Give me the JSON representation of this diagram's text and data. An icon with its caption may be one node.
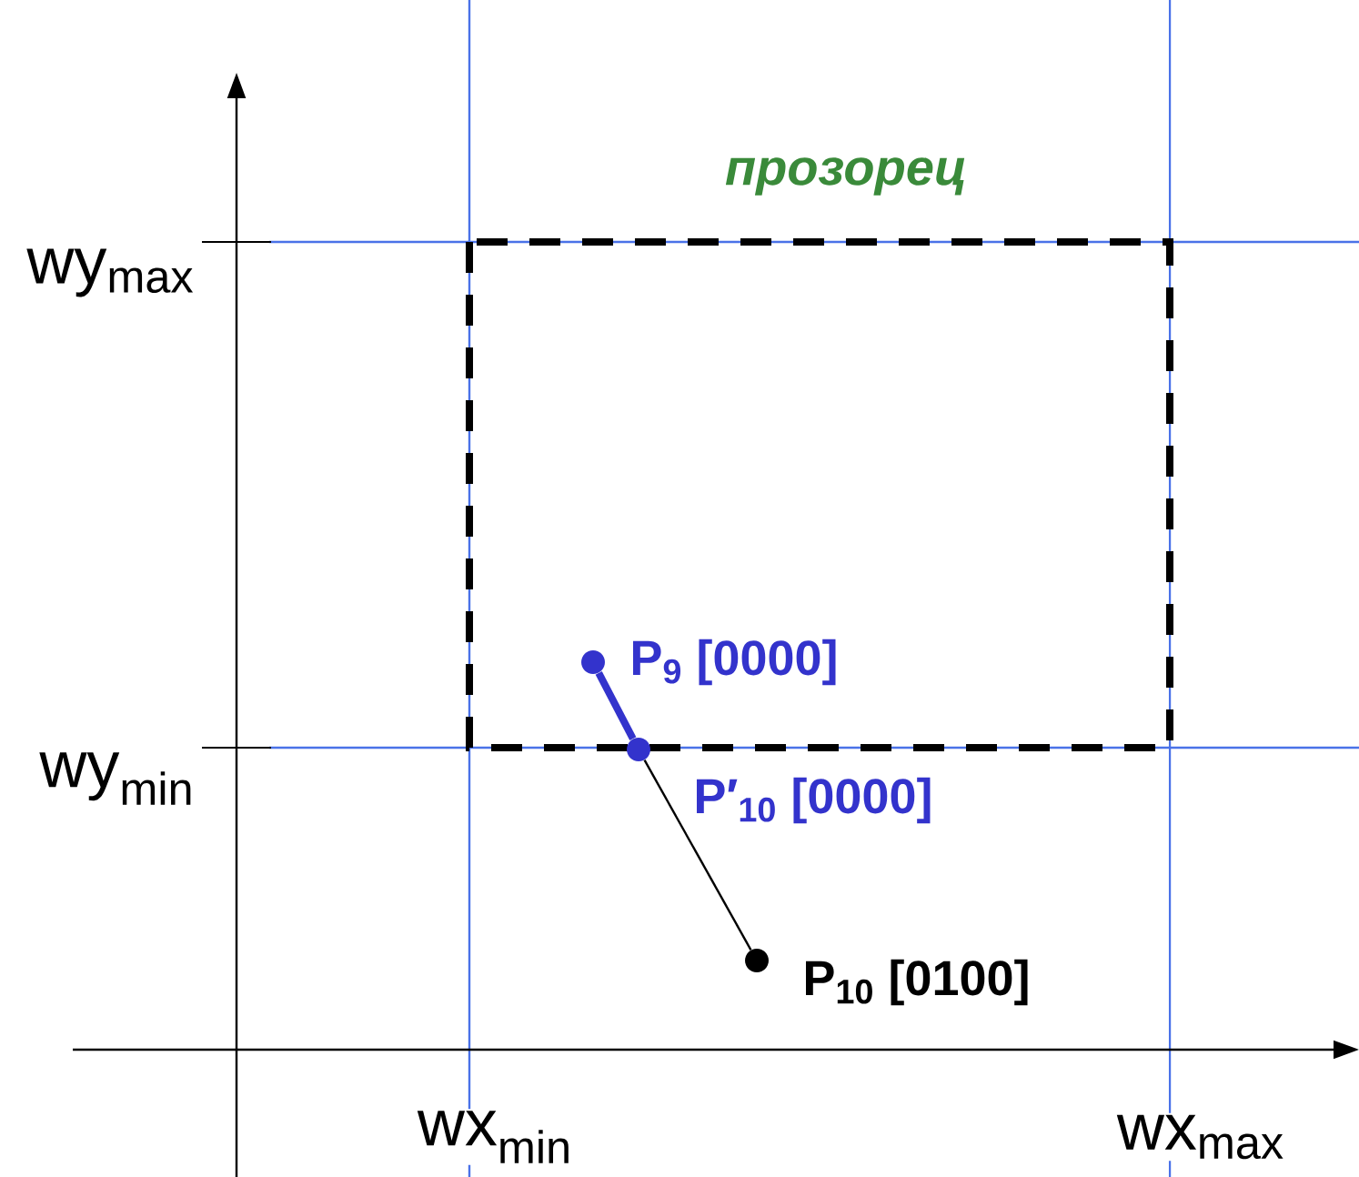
{
  "diagram": {
    "nodes": [
      {
        "text": [],
        "shape": "circle",
        "beside": [
          "P$_{9}$ [0000]"
        ]
      },
      {
        "text": [],
        "shape": "circle",
        "beside": [
          "P′$_{10}$ [0000]"
        ]
      },
      {
        "text": [],
        "shape": "circle",
        "beside": [
          "P$_{10}$ [0100]"
        ]
      }
    ],
    "edges": [
      {
        "from": 0,
        "to": 1,
        "arrow": "none",
        "style": "thick",
        "color": "#3333cc"
      },
      {
        "from": 1,
        "to": 2,
        "arrow": "none",
        "color": "#000000"
      }
    ],
    "labels": [
      "прозорец",
      "wy$_{max}$",
      "wy$_{min}$",
      "wx$_{min}$",
      "wx$_{max}$"
    ]
  }
}
